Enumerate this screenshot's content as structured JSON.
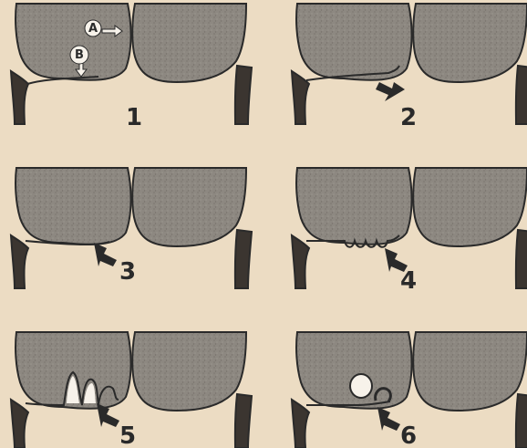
{
  "panels": [
    {
      "number": "1"
    },
    {
      "number": "2"
    },
    {
      "number": "3"
    },
    {
      "number": "4"
    },
    {
      "number": "5"
    },
    {
      "number": "6"
    }
  ],
  "markers": {
    "a": "A",
    "b": "B"
  },
  "colors": {
    "background": "#ecdcc3",
    "tooth": "#8d8881",
    "gum": "#3b3530",
    "outline": "#2a2a2a",
    "arrow": "#2a2a2a",
    "marker_fill": "#f7f2ea"
  }
}
